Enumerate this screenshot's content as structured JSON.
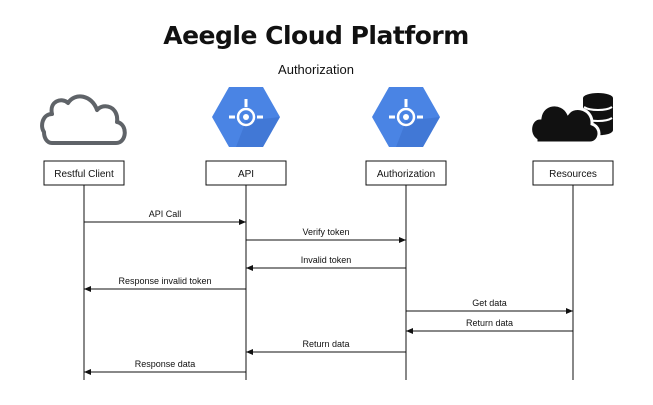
{
  "title": "Aeegle Cloud Platform",
  "subtitle": "Authorization",
  "participants": [
    {
      "label": "Restful Client",
      "icon": "cloud-outline-icon"
    },
    {
      "label": "API",
      "icon": "api-hexagon-icon"
    },
    {
      "label": "Authorization",
      "icon": "api-hexagon-icon"
    },
    {
      "label": "Resources",
      "icon": "cloud-database-icon"
    }
  ],
  "messages": [
    {
      "label": "API Call",
      "from": 0,
      "to": 1
    },
    {
      "label": "Verify token",
      "from": 1,
      "to": 2
    },
    {
      "label": "Invalid token",
      "from": 2,
      "to": 1
    },
    {
      "label": "Response invalid token",
      "from": 1,
      "to": 0
    },
    {
      "label": "Get data",
      "from": 2,
      "to": 3
    },
    {
      "label": "Return data",
      "from": 3,
      "to": 2
    },
    {
      "label": "Return data",
      "from": 2,
      "to": 1
    },
    {
      "label": "Response data",
      "from": 1,
      "to": 0
    }
  ],
  "colors": {
    "hexagon_blue": "#4a84e4",
    "hexagon_dark": "#3b6fcb",
    "icon_black": "#111111",
    "cloud_outline": "#5f6368"
  }
}
